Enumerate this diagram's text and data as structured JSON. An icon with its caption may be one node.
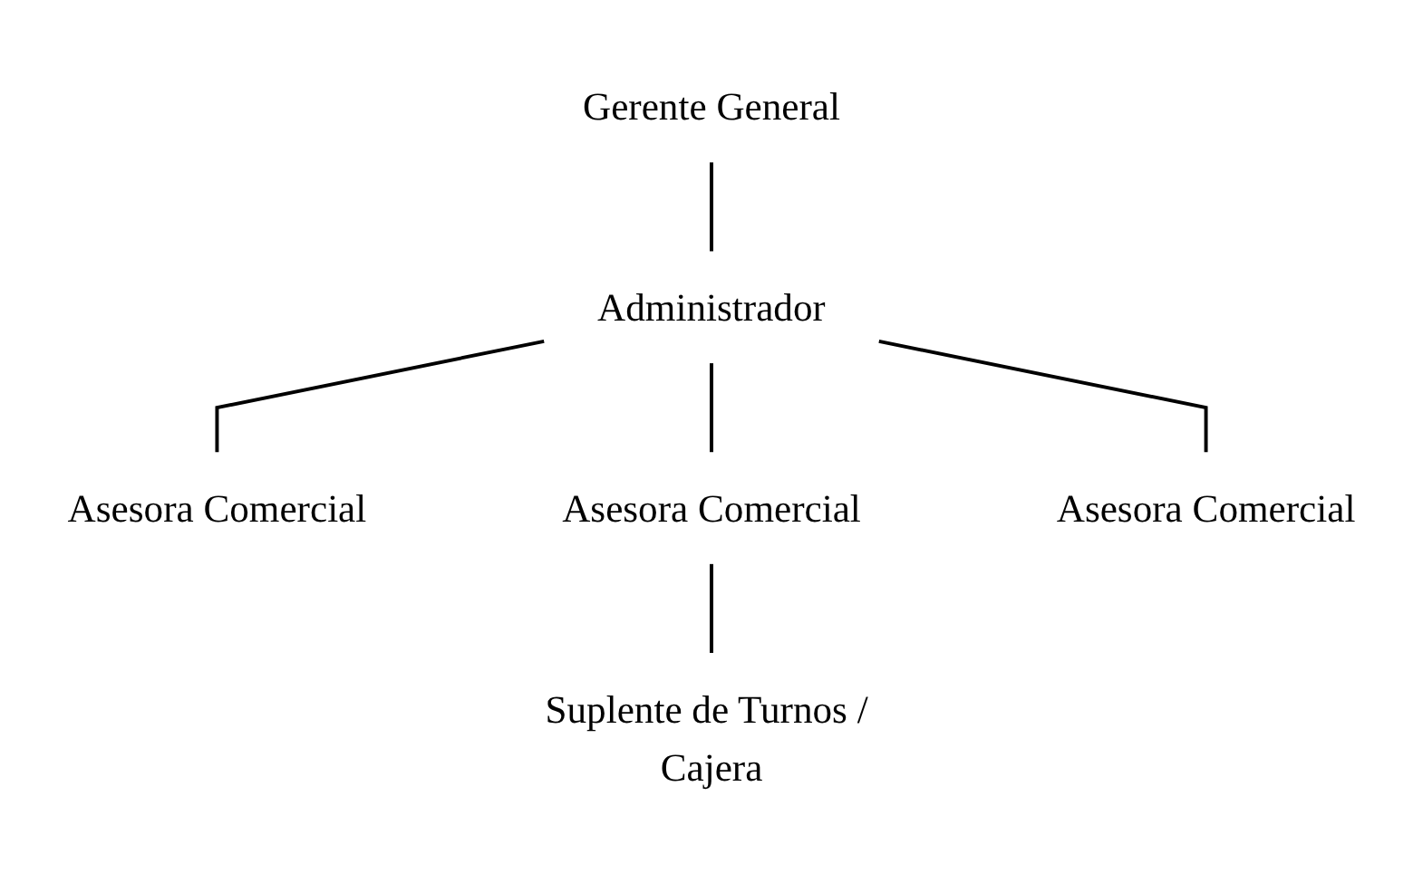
{
  "diagram": {
    "nodes": [
      {
        "text": [
          "Gerente General"
        ]
      },
      {
        "text": [
          "Administrador"
        ]
      },
      {
        "text": [
          "Asesora Comercial"
        ]
      },
      {
        "text": [
          "Asesora Comercial"
        ]
      },
      {
        "text": [
          "Asesora Comercial"
        ]
      },
      {
        "text": [
          "Suplente de Turnos / Cajera"
        ]
      }
    ],
    "edges": [
      {
        "from": 0,
        "to": 1,
        "arrow": "none"
      },
      {
        "from": 1,
        "to": 2,
        "arrow": "none"
      },
      {
        "from": 1,
        "to": 3,
        "arrow": "none"
      },
      {
        "from": 1,
        "to": 4,
        "arrow": "none"
      },
      {
        "from": 3,
        "to": 5,
        "arrow": "none"
      }
    ]
  }
}
